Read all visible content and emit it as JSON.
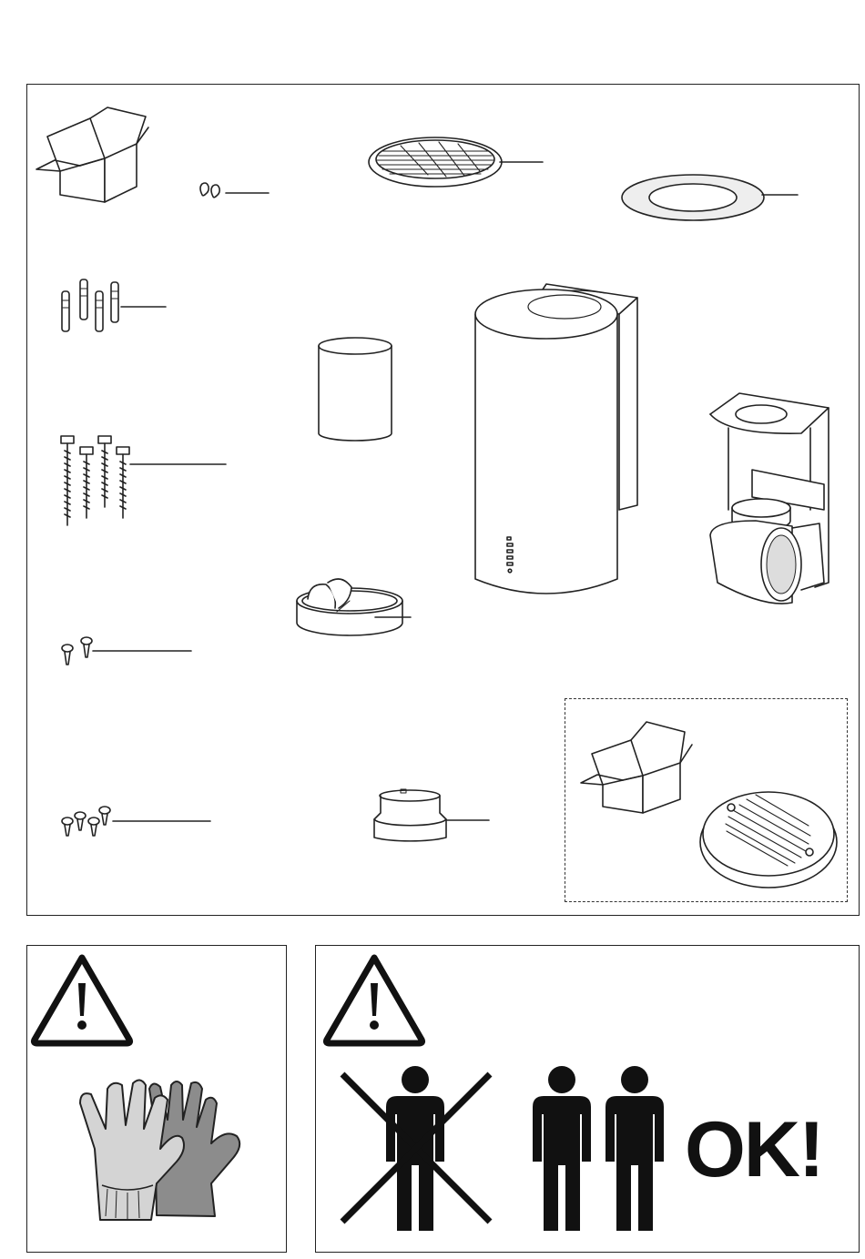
{
  "page": {
    "sections": [
      "parts-list",
      "gloves-warning",
      "two-person-warning"
    ]
  },
  "parts": [
    {
      "name": "packaging-box-icon"
    },
    {
      "name": "hooks-part"
    },
    {
      "name": "round-grille-part"
    },
    {
      "name": "flat-ring-part"
    },
    {
      "name": "wall-plugs-part"
    },
    {
      "name": "pipe-cylinder-part"
    },
    {
      "name": "hood-chimney-body"
    },
    {
      "name": "motor-unit-part"
    },
    {
      "name": "long-screws-part"
    },
    {
      "name": "check-valve-part"
    },
    {
      "name": "small-screws-2-part"
    },
    {
      "name": "small-screws-4-part"
    },
    {
      "name": "reducer-collar-part"
    }
  ],
  "optional_kit": {
    "items": [
      "box-icon",
      "carbon-filter-part"
    ]
  },
  "warnings": {
    "gloves_icon": "warning-triangle-icon",
    "people_icon": "warning-triangle-icon",
    "ok_label": "OK!"
  }
}
